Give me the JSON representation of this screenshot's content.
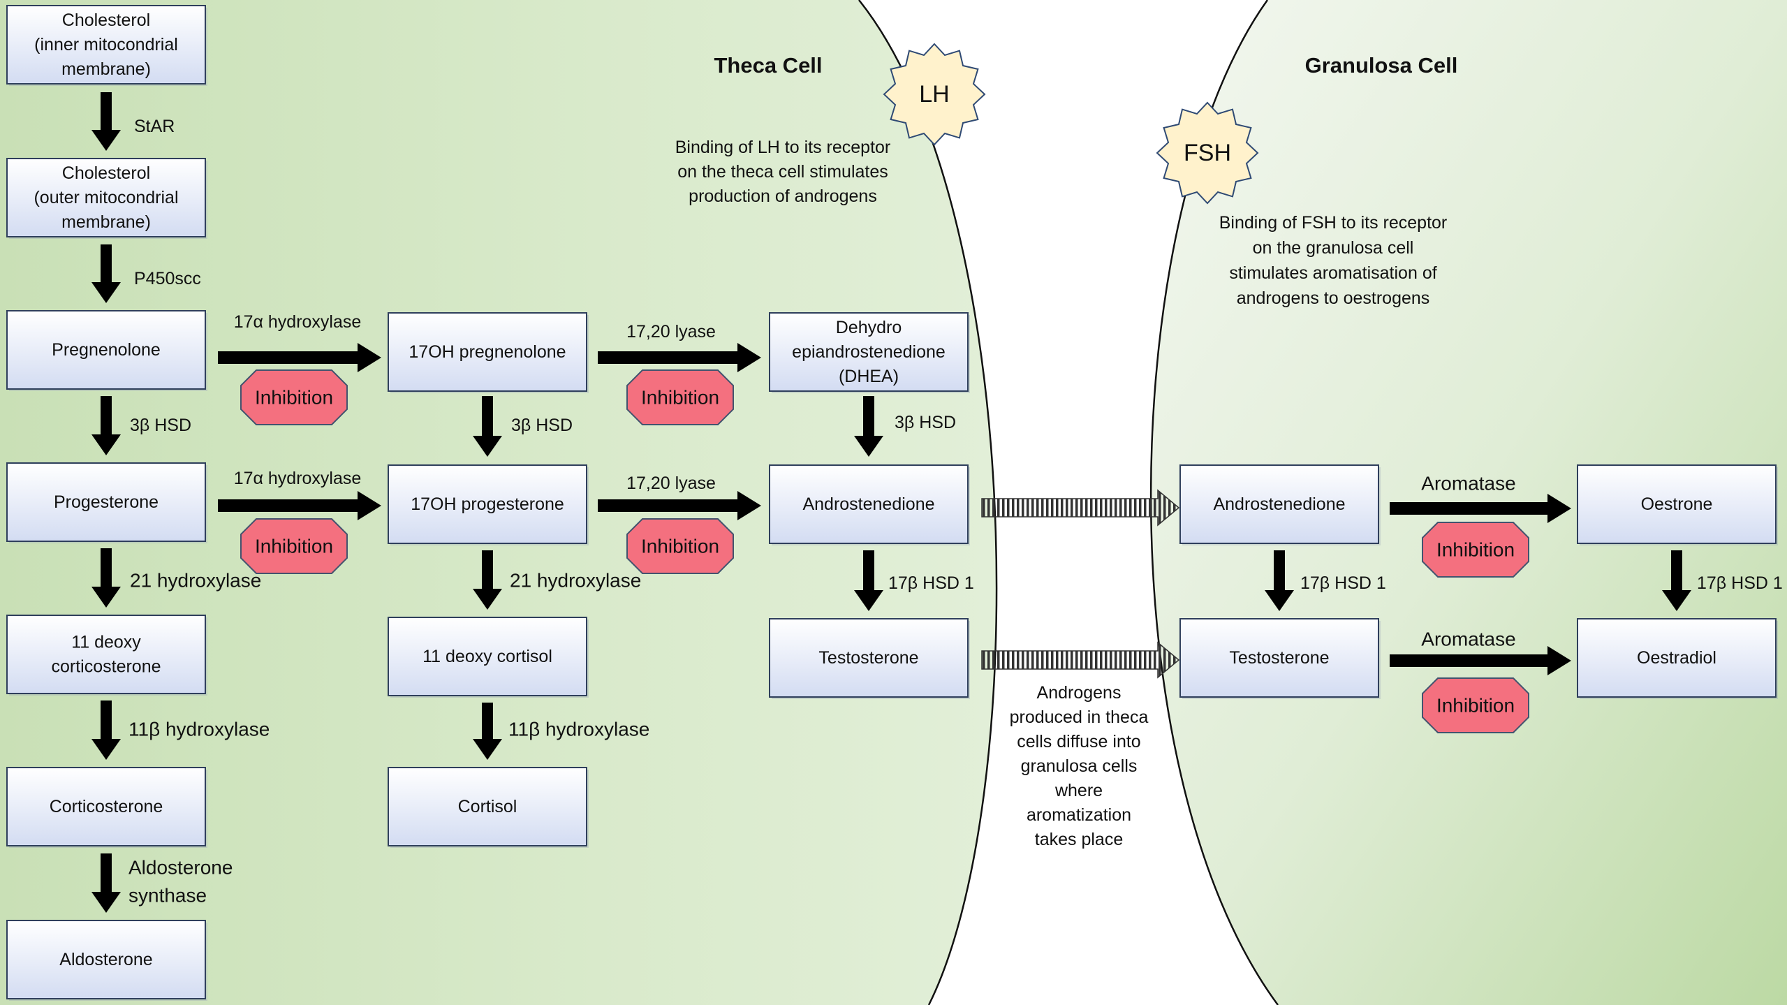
{
  "theca": {
    "title": "Theca Cell",
    "note": [
      "Binding of LH to its receptor",
      "on the theca cell stimulates",
      "production of androgens"
    ]
  },
  "granulosa": {
    "title": "Granulosa Cell",
    "note": [
      "Binding of FSH to its receptor",
      "on the granulosa cell",
      "stimulates aromatisation of",
      "androgens to oestrogens"
    ]
  },
  "hormones": {
    "lh": "LH",
    "fsh": "FSH"
  },
  "diffusion_note": [
    "Androgens",
    "produced in theca",
    "cells diffuse into",
    "granulosa cells",
    "where",
    "aromatization",
    "takes place"
  ],
  "boxes": {
    "chol_inner": [
      "Cholesterol",
      "(inner mitocondrial",
      "membrane)"
    ],
    "chol_outer": [
      "Cholesterol",
      "(outer mitocondrial",
      "membrane)"
    ],
    "pregnenolone": [
      "Pregnenolone"
    ],
    "progesterone": [
      "Progesterone"
    ],
    "deoxycorticosterone": [
      "11 deoxy",
      "corticosterone"
    ],
    "corticosterone": [
      "Corticosterone"
    ],
    "aldosterone": [
      "Aldosterone"
    ],
    "oh_pregnenolone": [
      "17OH pregnenolone"
    ],
    "oh_progesterone": [
      "17OH progesterone"
    ],
    "deoxycortisol": [
      "11 deoxy cortisol"
    ],
    "cortisol": [
      "Cortisol"
    ],
    "dhea": [
      "Dehydro",
      "epiandrostenedione",
      "(DHEA)"
    ],
    "androstenedione_t": [
      "Androstenedione"
    ],
    "testosterone_t": [
      "Testosterone"
    ],
    "androstenedione_g": [
      "Androstenedione"
    ],
    "testosterone_g": [
      "Testosterone"
    ],
    "oestrone": [
      "Oestrone"
    ],
    "oestradiol": [
      "Oestradiol"
    ]
  },
  "enzymes": {
    "star": [
      "StAR"
    ],
    "p450scc": [
      "P450scc"
    ],
    "hsd3b_1": [
      "3β HSD"
    ],
    "hsd3b_2": [
      "3β HSD"
    ],
    "hsd3b_3": [
      "3β HSD"
    ],
    "hydrox21_1": [
      "21 hydroxylase"
    ],
    "hydrox21_2": [
      "21 hydroxylase"
    ],
    "hydrox11_1": [
      "11β hydroxylase"
    ],
    "hydrox11_2": [
      "11β hydroxylase"
    ],
    "aldo_synthase": [
      "Aldosterone",
      "synthase"
    ],
    "hydrox17a_1": [
      "17α hydroxylase"
    ],
    "hydrox17a_2": [
      "17α hydroxylase"
    ],
    "lyase_1": [
      "17,20 lyase"
    ],
    "lyase_2": [
      "17,20 lyase"
    ],
    "hsd17b_t": [
      "17β HSD 1"
    ],
    "hsd17b_g": [
      "17β HSD 1"
    ],
    "hsd17b_o": [
      "17β HSD 1"
    ],
    "aromatase_1": [
      "Aromatase"
    ],
    "aromatase_2": [
      "Aromatase"
    ]
  },
  "inhibition_label": "Inhibition",
  "colors": {
    "box_fill_top": "#ffffff",
    "box_fill_bottom": "#d3dcf2",
    "box_border": "#2f3f5c",
    "inhibition_fill": "#f4707f",
    "inhibition_border": "#43536e",
    "hormone_fill": "#fff2cc",
    "hormone_border": "#2f4a74",
    "green_bg": "#d4e8c4",
    "arrow": "#000000"
  }
}
